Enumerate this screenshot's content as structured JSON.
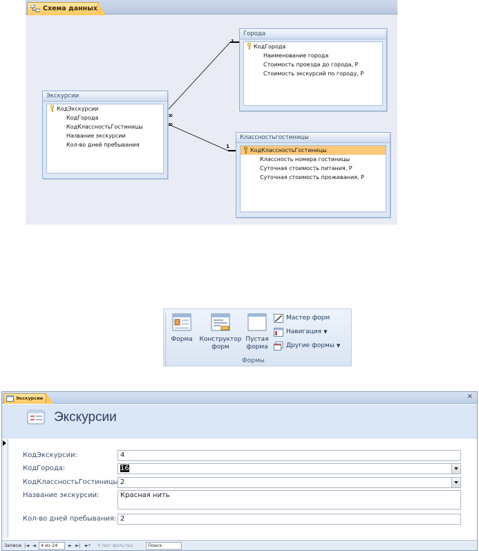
{
  "schema": {
    "tab_label": "Схема данных",
    "tables": {
      "goroda": {
        "title": "Города",
        "fields": [
          "КодГорода",
          "Наименование города",
          "Стоимость проезда до города, Р",
          "Стоимость экскурсий по городу, Р"
        ]
      },
      "ekskursii": {
        "title": "Экскурсии",
        "fields": [
          "КодЭкскурсии",
          "КодГорода",
          "КодКлассностьГостиницы",
          "Название экскурсии",
          "Кол-во дней пребывания"
        ]
      },
      "klassnost": {
        "title": "Классностьгостиницы",
        "fields": [
          "КодКлассностьГостиницы",
          "Классность номера гостиницы",
          "Суточная стоимость питания, Р",
          "Суточная стоимость проживания, Р"
        ]
      }
    },
    "relations": {
      "one_label": "1",
      "many_label": "∞"
    }
  },
  "ribbon": {
    "forma": "Форма",
    "konstruktor_l1": "Конструктор",
    "konstruktor_l2": "форм",
    "pustaya_l1": "Пустая",
    "pustaya_l2": "форма",
    "master": "Мастер форм",
    "navigaciya": "Навигация",
    "drugie": "Другие формы",
    "group_label": "Формы"
  },
  "form": {
    "tab_label": "Экскурсии",
    "close": "×",
    "header_title": "Экскурсии",
    "fields": {
      "kod_ekskursii": {
        "label": "КодЭкскурсии:",
        "value": "4"
      },
      "kod_goroda": {
        "label": "КодГорода:",
        "value": "16"
      },
      "kod_klassnosti": {
        "label": "КодКлассностьГостиницы:",
        "value": "2"
      },
      "nazvanie": {
        "label": "Название экскурсии:",
        "value": "Красная нить"
      },
      "dni": {
        "label": "Кол-во дней пребывания:",
        "value": "2"
      }
    },
    "nav": {
      "records_label": "Записи:",
      "first": "|◄",
      "prev": "◄",
      "position": "4 из 24",
      "next": "►",
      "last": "►|",
      "new": "►*",
      "filter": "Нет фильтра",
      "search": "Поиск"
    }
  }
}
